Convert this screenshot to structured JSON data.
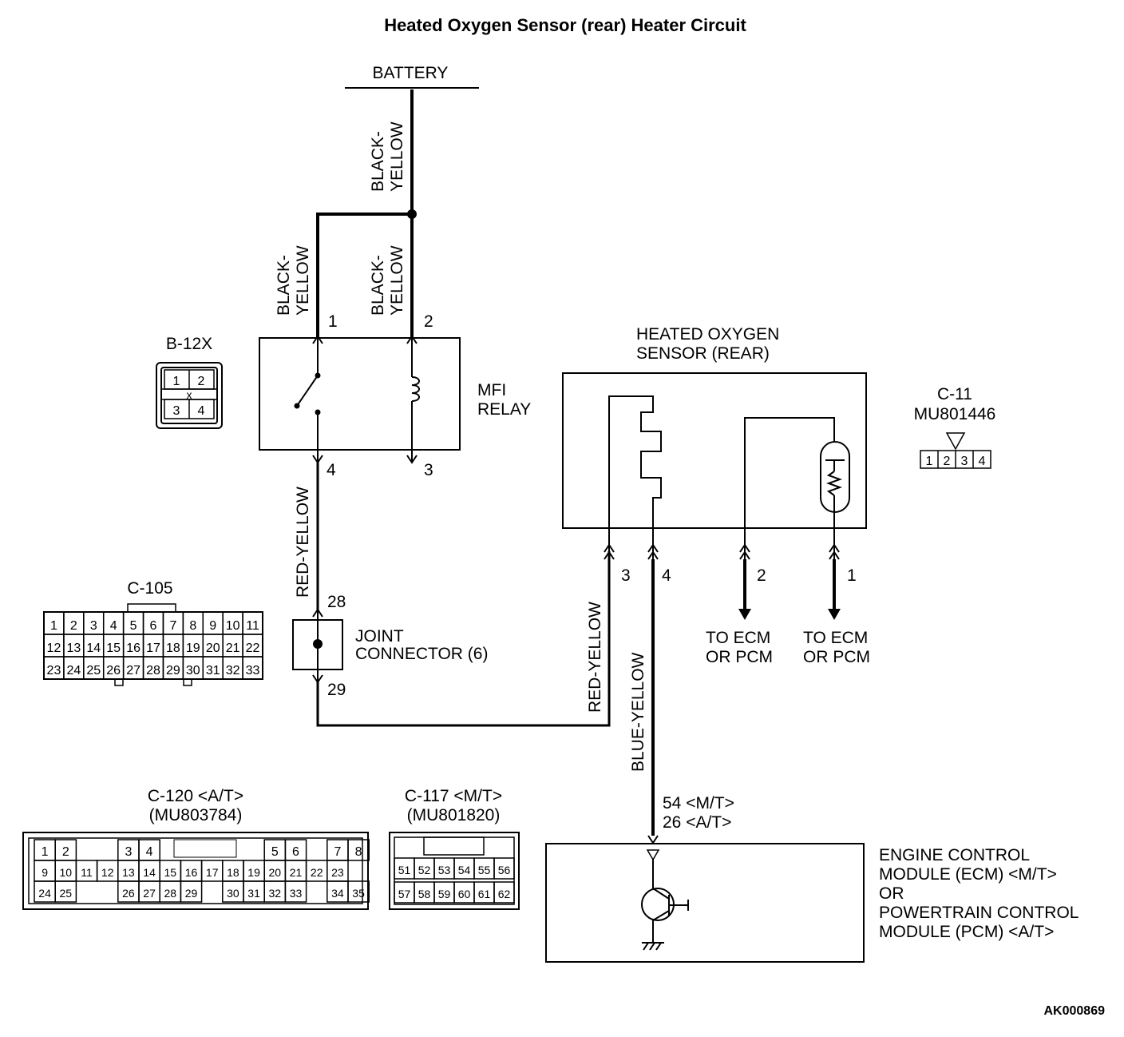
{
  "title": "Heated Oxygen Sensor (rear) Heater Circuit",
  "code": "AK000869",
  "battery": {
    "label": "BATTERY"
  },
  "wire_labels": {
    "battery_main": [
      "BLACK-",
      "YELLOW"
    ],
    "relay_pin1": [
      "BLACK-",
      "YELLOW"
    ],
    "relay_pin2": [
      "BLACK-",
      "YELLOW"
    ],
    "relay_to_joint": "RED-YELLOW",
    "joint_to_sensor": "RED-YELLOW",
    "sensor_to_ecm": "BLUE-YELLOW"
  },
  "mfi_relay": {
    "label": [
      "MFI",
      "RELAY"
    ],
    "pins": {
      "p1": "1",
      "p2": "2",
      "p3": "3",
      "p4": "4"
    }
  },
  "b12x": {
    "name": "B-12X",
    "cells": [
      "1",
      "2",
      "x",
      "3",
      "4"
    ]
  },
  "joint_connector": {
    "label": [
      "JOINT",
      "CONNECTOR (6)"
    ],
    "pins": {
      "top": "28",
      "bottom": "29"
    }
  },
  "sensor": {
    "label": [
      "HEATED OXYGEN",
      "SENSOR (REAR)"
    ],
    "pins": {
      "p1": "1",
      "p2": "2",
      "p3": "3",
      "p4": "4"
    }
  },
  "to_ecm": [
    [
      "TO ECM",
      "OR PCM"
    ],
    [
      "TO ECM",
      "OR PCM"
    ]
  ],
  "c11": {
    "name": "C-11",
    "part": "MU801446",
    "cells": [
      "1",
      "2",
      "3",
      "4"
    ]
  },
  "c105": {
    "name": "C-105",
    "rows": [
      [
        "1",
        "2",
        "3",
        "4",
        "5",
        "6",
        "7",
        "8",
        "9",
        "10",
        "11"
      ],
      [
        "12",
        "13",
        "14",
        "15",
        "16",
        "17",
        "18",
        "19",
        "20",
        "21",
        "22"
      ],
      [
        "23",
        "24",
        "25",
        "26",
        "27",
        "28",
        "29",
        "30",
        "31",
        "32",
        "33"
      ]
    ]
  },
  "c120": {
    "name": "C-120 <A/T>",
    "part": "(MU803784)",
    "row1": [
      "1",
      "2",
      "3",
      "4",
      "5",
      "6",
      "7",
      "8"
    ],
    "row2": [
      "9",
      "10",
      "11",
      "12",
      "13",
      "14",
      "15",
      "16",
      "17",
      "18",
      "19",
      "20",
      "21",
      "22",
      "23"
    ],
    "row3": [
      "24",
      "25",
      "26",
      "27",
      "28",
      "29",
      "30",
      "31",
      "32",
      "33",
      "34",
      "35"
    ]
  },
  "c117": {
    "name": "C-117 <M/T>",
    "part": "(MU801820)",
    "row1": [
      "51",
      "52",
      "53",
      "54",
      "55",
      "56"
    ],
    "row2": [
      "57",
      "58",
      "59",
      "60",
      "61",
      "62"
    ]
  },
  "ecm": {
    "pin_lines": [
      "54 <M/T>",
      "26 <A/T>"
    ],
    "label": [
      "ENGINE CONTROL",
      "MODULE (ECM) <M/T>",
      "OR",
      "POWERTRAIN CONTROL",
      "MODULE (PCM) <A/T>"
    ]
  },
  "colors": {
    "line": "#000000",
    "background": "#ffffff"
  }
}
